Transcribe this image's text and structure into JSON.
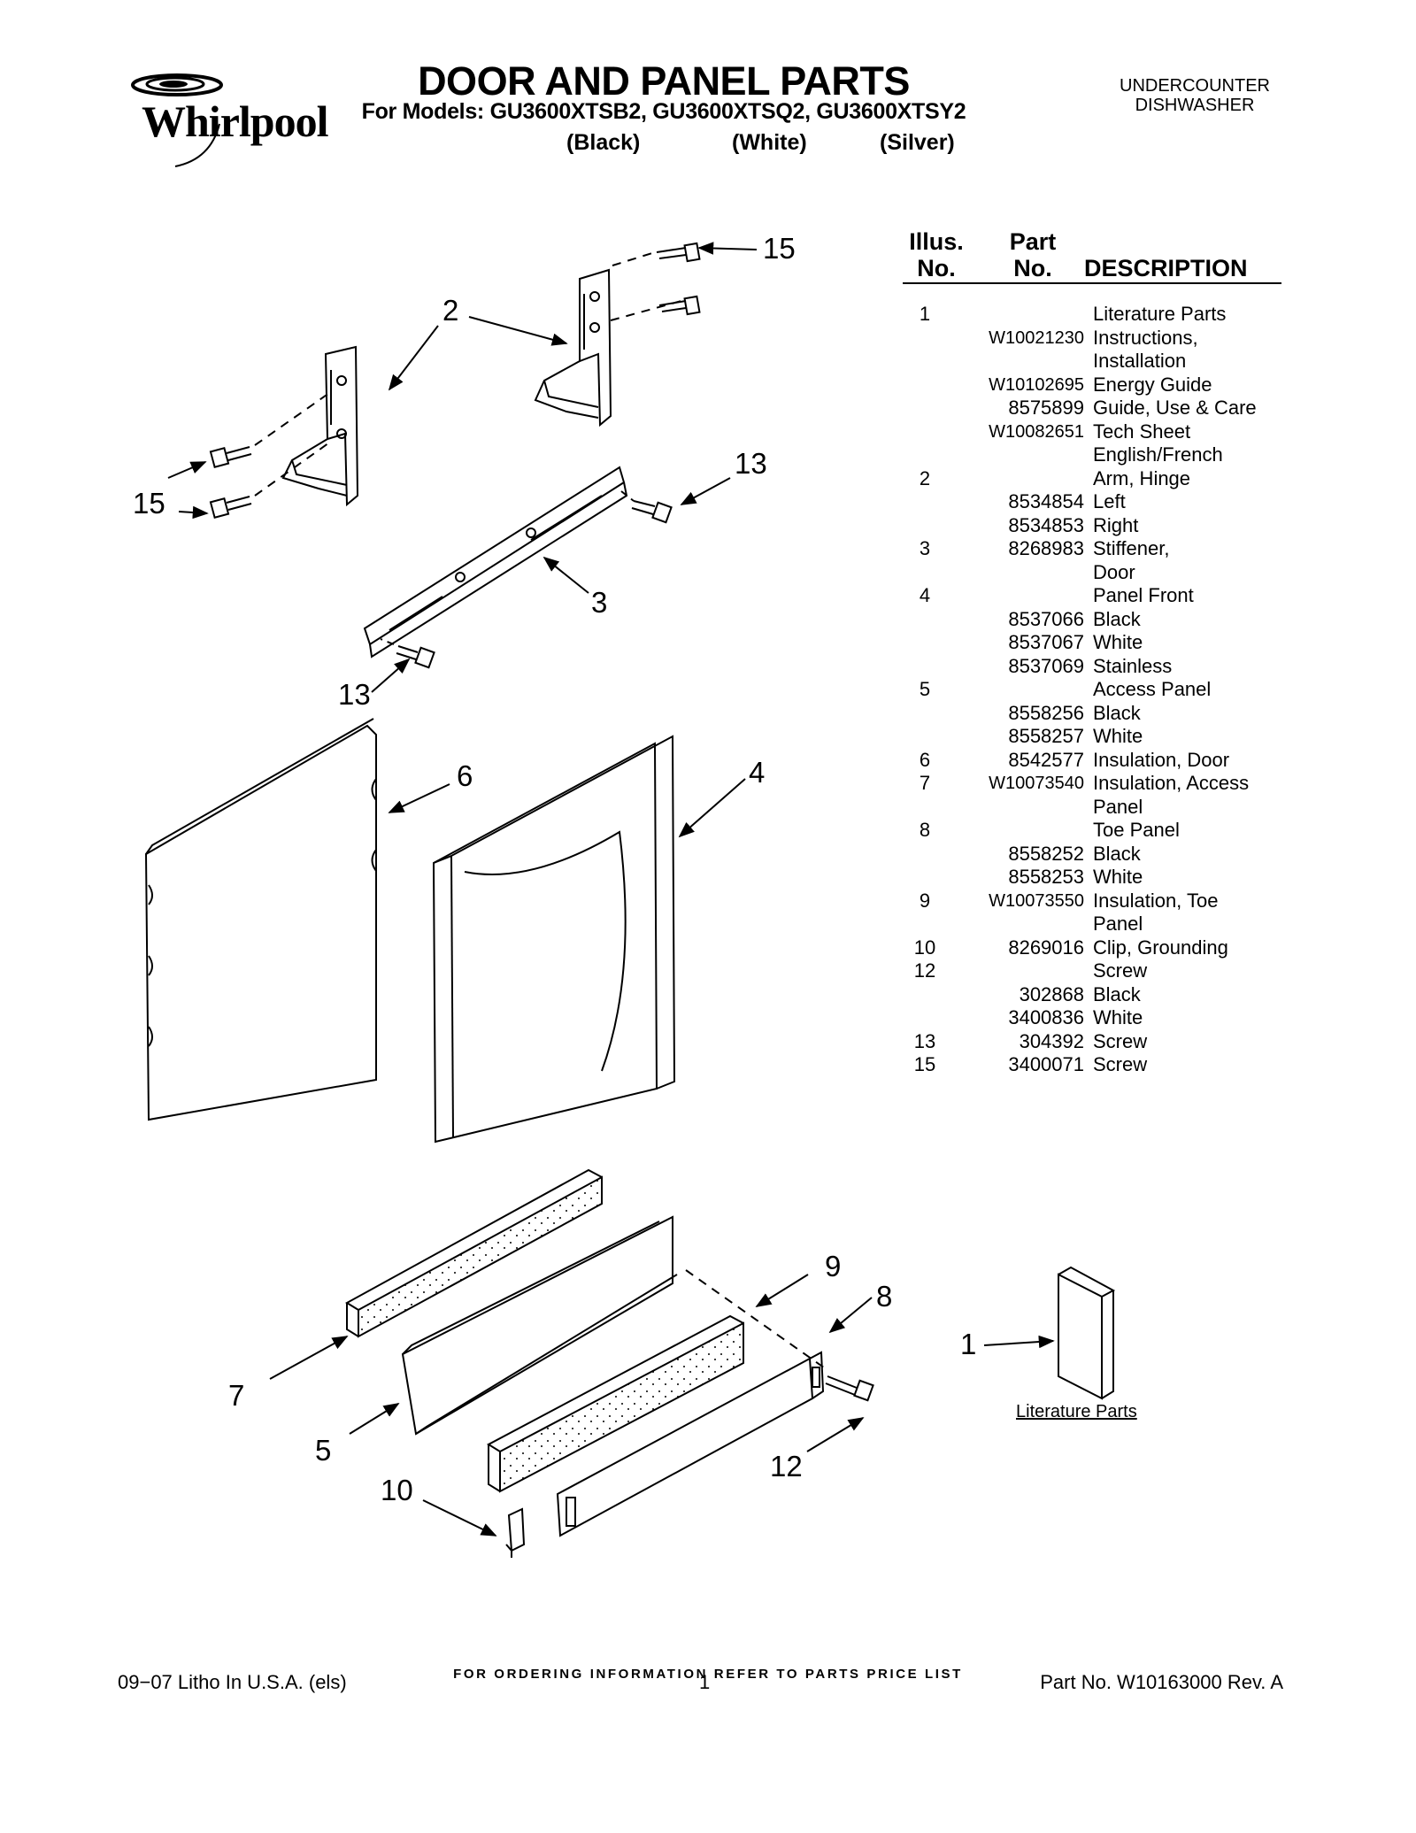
{
  "header": {
    "brand": "Whirlpool",
    "title": "DOOR AND PANEL PARTS",
    "models_line": "For Models: GU3600XTSB2, GU3600XTSQ2, GU3600XTSY2",
    "variants": [
      "(Black)",
      "(White)",
      "(Silver)"
    ],
    "appliance_line1": "UNDERCOUNTER",
    "appliance_line2": "DISHWASHER"
  },
  "table": {
    "col_illus_line1": "Illus.",
    "col_illus_line2": "No.",
    "col_part_line1": "Part",
    "col_part_line2": "No.",
    "col_description": "DESCRIPTION",
    "rows": [
      {
        "illus": "1",
        "part": "",
        "desc": "Literature Parts"
      },
      {
        "illus": "",
        "part": "W10021230",
        "desc": "Instructions,"
      },
      {
        "illus": "",
        "part": "",
        "desc": "Installation"
      },
      {
        "illus": "",
        "part": "W10102695",
        "desc": "Energy Guide"
      },
      {
        "illus": "",
        "part": "8575899",
        "desc": "Guide, Use & Care"
      },
      {
        "illus": "",
        "part": "W10082651",
        "desc": "Tech Sheet"
      },
      {
        "illus": "",
        "part": "",
        "desc": "English/French"
      },
      {
        "illus": "2",
        "part": "",
        "desc": "Arm, Hinge"
      },
      {
        "illus": "",
        "part": "8534854",
        "desc": "Left"
      },
      {
        "illus": "",
        "part": "8534853",
        "desc": "Right"
      },
      {
        "illus": "3",
        "part": "8268983",
        "desc": "Stiffener,"
      },
      {
        "illus": "",
        "part": "",
        "desc": "Door"
      },
      {
        "illus": "4",
        "part": "",
        "desc": "Panel Front"
      },
      {
        "illus": "",
        "part": "8537066",
        "desc": "Black"
      },
      {
        "illus": "",
        "part": "8537067",
        "desc": "White"
      },
      {
        "illus": "",
        "part": "8537069",
        "desc": "Stainless"
      },
      {
        "illus": "5",
        "part": "",
        "desc": "Access Panel"
      },
      {
        "illus": "",
        "part": "8558256",
        "desc": "Black"
      },
      {
        "illus": "",
        "part": "8558257",
        "desc": "White"
      },
      {
        "illus": "6",
        "part": "8542577",
        "desc": "Insulation, Door"
      },
      {
        "illus": "7",
        "part": "W10073540",
        "desc": "Insulation, Access"
      },
      {
        "illus": "",
        "part": "",
        "desc": "Panel"
      },
      {
        "illus": "8",
        "part": "",
        "desc": "Toe Panel"
      },
      {
        "illus": "",
        "part": "8558252",
        "desc": "Black"
      },
      {
        "illus": "",
        "part": "8558253",
        "desc": "White"
      },
      {
        "illus": "9",
        "part": "W10073550",
        "desc": "Insulation, Toe"
      },
      {
        "illus": "",
        "part": "",
        "desc": "Panel"
      },
      {
        "illus": "10",
        "part": "8269016",
        "desc": "Clip, Grounding"
      },
      {
        "illus": "12",
        "part": "",
        "desc": "Screw"
      },
      {
        "illus": "",
        "part": "302868",
        "desc": "Black"
      },
      {
        "illus": "",
        "part": "3400836",
        "desc": "White"
      },
      {
        "illus": "13",
        "part": "304392",
        "desc": "Screw"
      },
      {
        "illus": "15",
        "part": "3400071",
        "desc": "Screw"
      }
    ]
  },
  "diagram": {
    "callouts": {
      "c15a": "15",
      "c2": "2",
      "c15b": "15",
      "c13a": "13",
      "c3": "3",
      "c13b": "13",
      "c6": "6",
      "c4": "4",
      "c9": "9",
      "c8": "8",
      "c1": "1",
      "c7": "7",
      "c5": "5",
      "c12": "12",
      "c10": "10"
    },
    "literature_label": "Literature Parts"
  },
  "footer": {
    "ordering_note": "FOR ORDERING INFORMATION REFER TO PARTS PRICE LIST",
    "litho": "09−07 Litho In U.S.A. (els)",
    "page": "1",
    "part_no": "Part No. W10163000 Rev. A"
  }
}
